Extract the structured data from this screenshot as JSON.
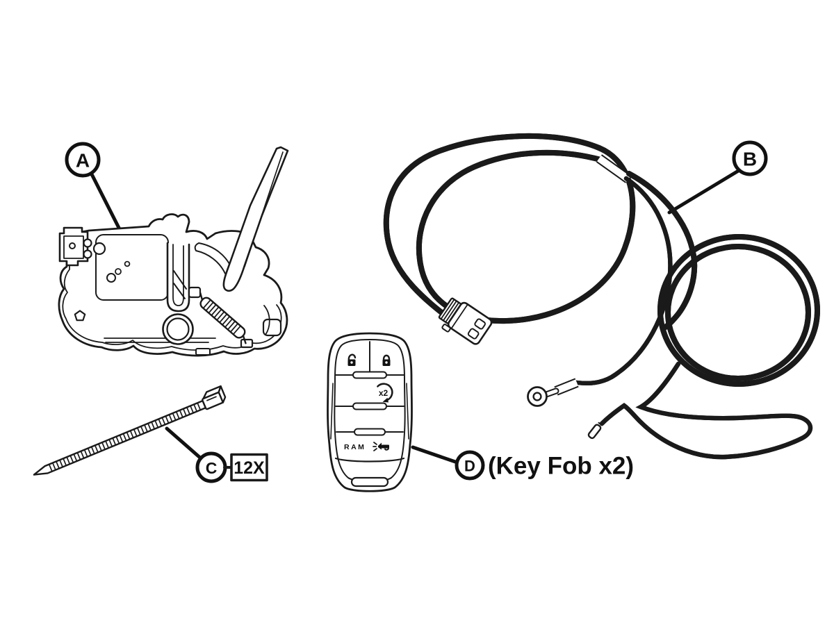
{
  "diagram": {
    "background_color": "#ffffff",
    "line_color": "#1a1a1a",
    "callouts": [
      {
        "label": "A",
        "part": "hood-latch-assembly"
      },
      {
        "label": "B",
        "part": "wiring-harness"
      },
      {
        "label": "C",
        "part": "cable-tie",
        "qty": "12X"
      },
      {
        "label": "D",
        "part": "key-fob",
        "note": "(Key Fob x2)"
      }
    ],
    "key_fob": {
      "brand_label": "RAM",
      "remote_start_label": "x2",
      "buttons": [
        "unlock",
        "lock",
        "remote-start",
        "panic-horn"
      ]
    },
    "icons": [
      "unlock-padlock-icon",
      "lock-padlock-icon",
      "remote-start-x2-icon",
      "horn-icon"
    ]
  }
}
